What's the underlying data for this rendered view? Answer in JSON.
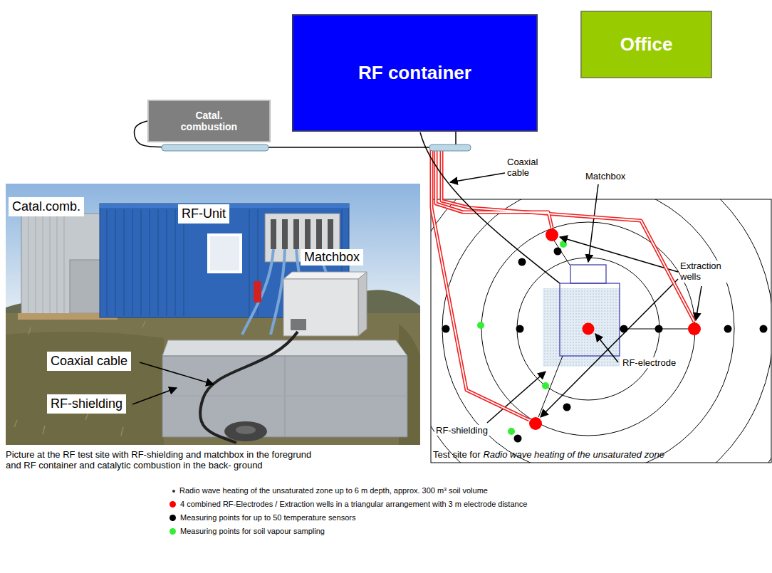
{
  "diagram": {
    "nodes": [
      {
        "text": [
          "Catal. combustion"
        ]
      },
      {
        "text": [
          "RF container"
        ]
      },
      {
        "text": [
          "Office"
        ]
      }
    ],
    "edges": [
      {
        "from": 0,
        "to": 1,
        "arrow": "none"
      }
    ],
    "labels": [
      "Catal.comb.",
      "RF-Unit",
      "Matchbox",
      "Coaxial cable",
      "RF-shielding",
      "Picture at the RF test site with RF-shielding and matchbox in the foregrund and RF container and catalytic combustion in the back- ground",
      "Coaxial cable",
      "Matchbox",
      "Extraction wells",
      "RF-electrode",
      "RF-shielding",
      "Test site for",
      "Radio wave heating of the unsaturated zone",
      "Radio wave heating of the unsaturated zone up to 6 m depth, approx. 300 m³ soil volume"
    ],
    "legend": [
      {
        "text": "4 combined RF-Electrodes / Extraction wells in a triangular arrangement with 3 m electrode distance",
        "color": "#ff0000"
      },
      {
        "text": "Measuring points for up to 50 temperature sensors",
        "color": "#000000"
      },
      {
        "text": "Measuring points for soil vapour sampling",
        "color": "#33ee33"
      }
    ]
  }
}
